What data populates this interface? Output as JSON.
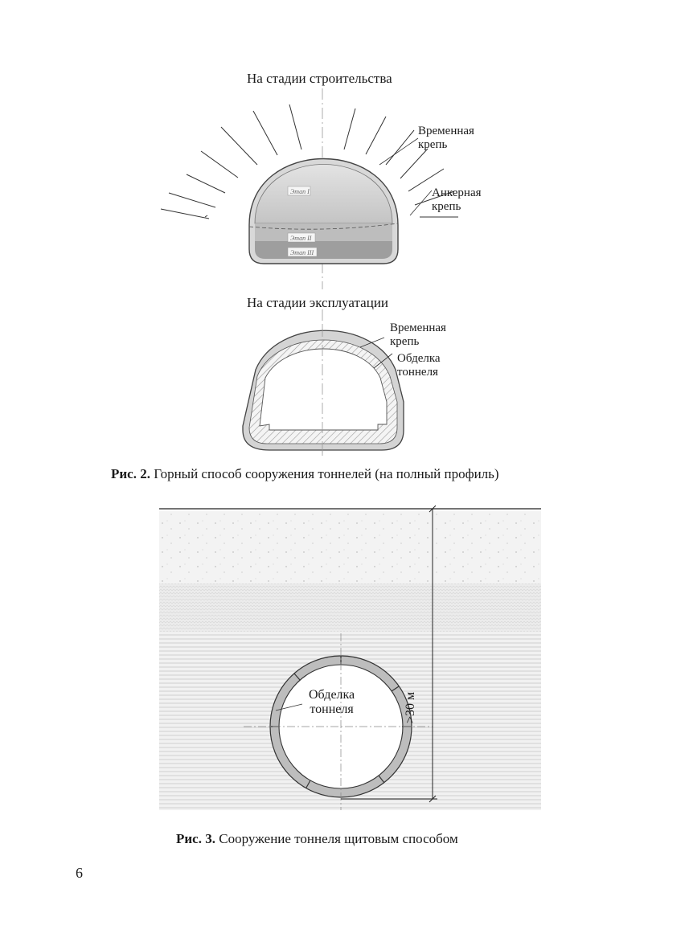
{
  "figure2": {
    "stage_construction": "На стадии строительства",
    "stage_operation": "На стадии эксплуатации",
    "temp_support_1": [
      "Временная",
      "крепь"
    ],
    "anchor_support": [
      "Анкерная",
      "крепь"
    ],
    "temp_support_2": [
      "Временная",
      "крепь"
    ],
    "lining": [
      "Обделка",
      "тоннеля"
    ],
    "stage_tags": [
      "Этап I",
      "Этап II",
      "Этап III"
    ],
    "caption_label": "Рис. 2.",
    "caption_text": " Горный способ сооружения тоннелей (на полный профиль)"
  },
  "figure3": {
    "lining": [
      "Обделка",
      "тоннеля"
    ],
    "depth_label": ">30 м",
    "caption_label": "Рис. 3.",
    "caption_text": " Сооружение тоннеля щитовым способом"
  },
  "page_number": "6"
}
